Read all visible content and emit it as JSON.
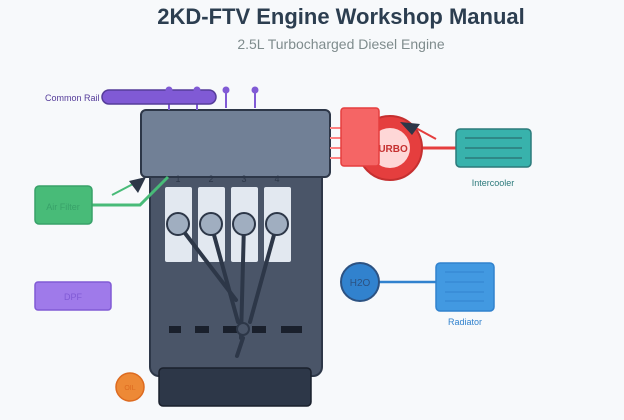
{
  "header": {
    "title": "2KD-FTV Engine Workshop Manual",
    "subtitle": "2.5L Turbocharged Diesel Engine"
  },
  "diagram": {
    "components": {
      "common_rail": {
        "label": "Common Rail",
        "color": "#805ad5"
      },
      "air_filter": {
        "label": "Air Filter",
        "color": "#48bb78"
      },
      "dpf": {
        "label": "DPF",
        "color": "#9f7aea"
      },
      "oil": {
        "label": "OIL",
        "color": "#ed8936"
      },
      "turbo": {
        "label": "TURBO",
        "color": "#e53e3e"
      },
      "intercooler": {
        "label": "Intercooler",
        "color": "#38b2ac"
      },
      "water_pump": {
        "label": "H2O",
        "color": "#3182ce"
      },
      "radiator": {
        "label": "Radiator",
        "color": "#4299e1"
      },
      "cylinder_head": {
        "color": "#718096"
      },
      "engine_block": {
        "color": "#4a5568"
      },
      "oil_pan": {
        "color": "#2d3748"
      }
    },
    "cylinders": [
      {
        "number": "1"
      },
      {
        "number": "2"
      },
      {
        "number": "3"
      },
      {
        "number": "4"
      }
    ]
  }
}
